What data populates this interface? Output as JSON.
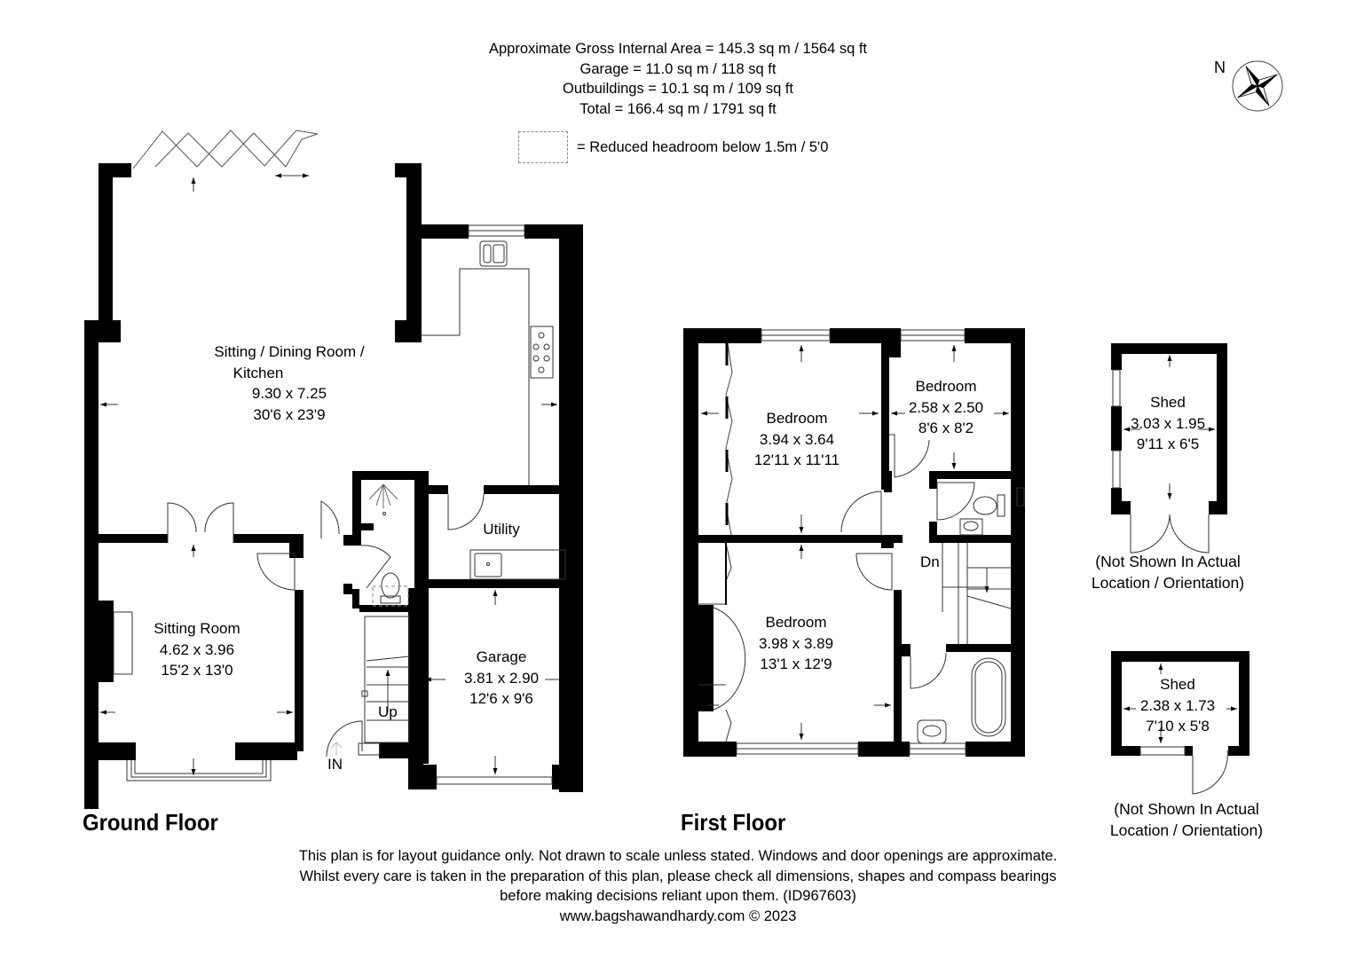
{
  "summary": {
    "gross_internal_area": "Approximate Gross Internal Area = 145.3 sq m / 1564 sq ft",
    "garage": "Garage = 11.0 sq m / 118 sq ft",
    "outbuildings": "Outbuildings = 10.1 sq m / 109 sq ft",
    "total": "Total = 166.4 sq m / 1791 sq ft"
  },
  "legend": {
    "reduced_headroom": "= Reduced headroom below 1.5m / 5'0"
  },
  "compass": {
    "north_label": "N",
    "icon": "compass-rose-icon"
  },
  "ground_floor": {
    "title": "Ground Floor",
    "rooms": [
      {
        "name": "Sitting / Dining Room /",
        "name2": "Kitchen",
        "metric": "9.30 x 7.25",
        "imperial": "30'6 x 23'9"
      },
      {
        "name": "Sitting Room",
        "metric": "4.62 x 3.96",
        "imperial": "15'2 x 13'0"
      },
      {
        "name": "Utility"
      },
      {
        "name": "Garage",
        "metric": "3.81 x 2.90",
        "imperial": "12'6 x 9'6"
      }
    ],
    "stairs_label": "Up",
    "entrance_label": "IN"
  },
  "first_floor": {
    "title": "First Floor",
    "rooms": [
      {
        "name": "Bedroom",
        "metric": "3.94 x 3.64",
        "imperial": "12'11 x 11'11"
      },
      {
        "name": "Bedroom",
        "metric": "2.58 x 2.50",
        "imperial": "8'6 x 8'2"
      },
      {
        "name": "Bedroom",
        "metric": "3.98 x 3.89",
        "imperial": "13'1 x 12'9"
      }
    ],
    "stairs_label": "Dn"
  },
  "outbuildings": [
    {
      "name": "Shed",
      "metric": "3.03 x 1.95",
      "imperial": "9'11 x 6'5",
      "note1": "(Not Shown In Actual",
      "note2": "Location / Orientation)"
    },
    {
      "name": "Shed",
      "metric": "2.38 x 1.73",
      "imperial": "7'10 x 5'8",
      "note1": "(Not Shown In Actual",
      "note2": "Location / Orientation)"
    }
  ],
  "disclaimer": {
    "line1": "This plan is for layout guidance only. Not drawn to scale unless stated. Windows and door openings are approximate.",
    "line2": "Whilst every care is taken in the preparation of this plan, please check all dimensions, shapes and compass bearings",
    "line3": "before making decisions reliant upon them. (ID967603)",
    "line4": "www.bagshawandhardy.com © 2023"
  },
  "colors": {
    "wall": "#000000",
    "background": "#ffffff",
    "fixture_line": "#555555",
    "dashed_headroom": "#8a8a8a"
  }
}
